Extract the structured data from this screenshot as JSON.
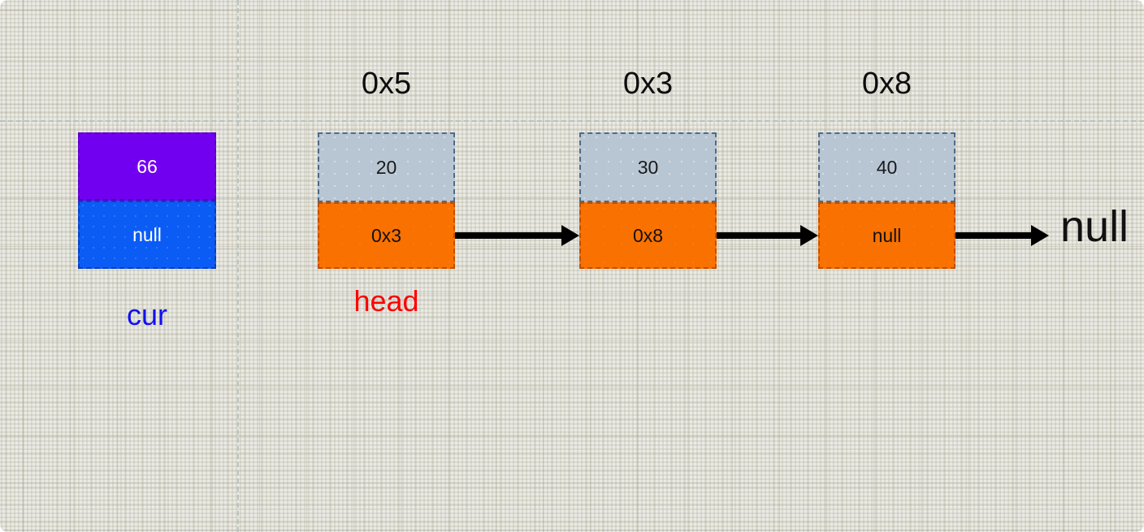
{
  "diagram": {
    "title": "singly-linked-list-with-cur-pointer",
    "colors": {
      "background": "#eaeae6",
      "data_cell": "#b8c6d4",
      "next_cell": "#f97100",
      "cur_data_cell": "#7200f0",
      "cur_next_cell": "#0a5cf5",
      "head_label": "#fe0000",
      "cur_label": "#1111ee",
      "arrow": "#000000"
    }
  },
  "detached_node": {
    "label": "cur",
    "data": "66",
    "next": "null"
  },
  "list": {
    "nodes": [
      {
        "address": "0x5",
        "data": "20",
        "next": "0x3",
        "pointer_label": "head"
      },
      {
        "address": "0x3",
        "data": "30",
        "next": "0x8",
        "pointer_label": ""
      },
      {
        "address": "0x8",
        "data": "40",
        "next": "null",
        "pointer_label": ""
      }
    ],
    "terminal": "null"
  }
}
